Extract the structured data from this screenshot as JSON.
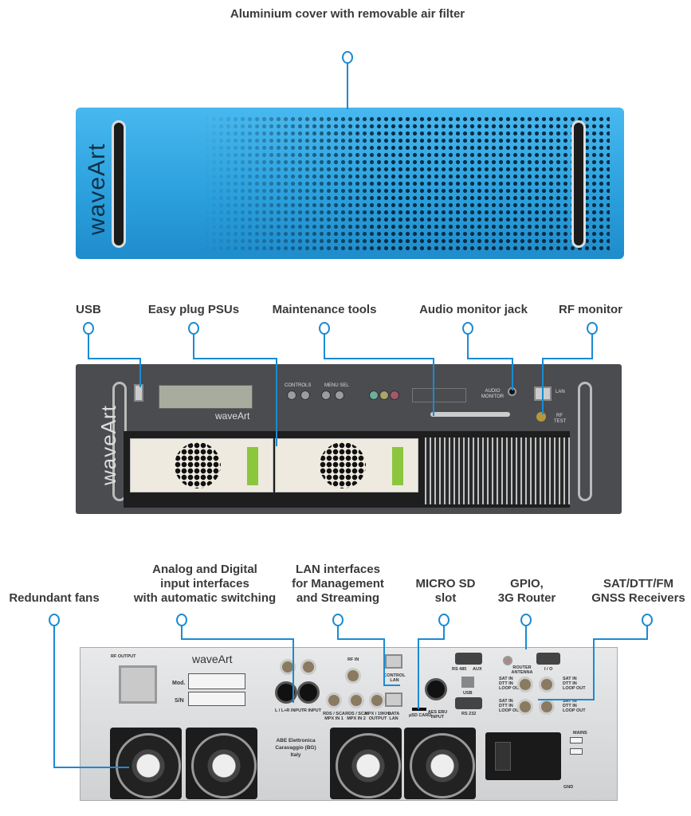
{
  "callouts": {
    "top": {
      "cover": "Aluminium cover with removable air filter"
    },
    "front": {
      "usb": "USB",
      "psus": "Easy plug PSUs",
      "maintenance": "Maintenance tools",
      "audio": "Audio monitor jack",
      "rf": "RF monitor"
    },
    "rear": {
      "fans": "Redundant fans",
      "inputs_l1": "Analog and Digital",
      "inputs_l2": "input interfaces",
      "inputs_l3": "with automatic switching",
      "lan_l1": "LAN interfaces",
      "lan_l2": "for Management",
      "lan_l3": "and Streaming",
      "sd_l1": "MICRO SD",
      "sd_l2": "slot",
      "gpio_l1": "GPIO,",
      "gpio_l2": "3G Router",
      "sat_l1": "SAT/DTT/FM",
      "sat_l2": "GNSS Receivers"
    }
  },
  "brand": "waveArt",
  "front_panel": {
    "controls": "CONTROLS",
    "menu_sel": "MENU SEL",
    "audio_monitor": "AUDIO MONITOR",
    "lan": "LAN",
    "rf_test": "RF TEST"
  },
  "rear_panel": {
    "rf_output": "RF OUTPUT",
    "mod": "Mod.",
    "sn": "S/N",
    "rf_in": "RF IN",
    "l_input": "L / L+R INPUT",
    "r_input": "R INPUT",
    "mpx1": "RDS / SCA MPX IN 1",
    "mpx2": "RDS / SCA MPX IN 2",
    "mpx_out": "MPX / 19KHz OUTPUT",
    "control_lan": "CONTROL LAN",
    "data_lan": "DATA LAN",
    "sd_card": "µSD CARD",
    "aes": "AES EBU INPUT",
    "rs485": "RS 485",
    "aux": "AUX",
    "usb": "USB",
    "rs232": "RS 232",
    "router_antenna": "ROUTER ANTENNA",
    "io": "I / O",
    "sat_in": "SAT IN",
    "dtt_in": "DTT IN",
    "loop_out": "LOOP OUT",
    "mains": "MAINS",
    "gnd": "GND",
    "maker": "ABE Elettronica Caravaggio (BG) Italy"
  },
  "colors": {
    "accent": "#1a8bd3",
    "cover": "#2a9fdc",
    "front": "#4a4c50",
    "rear": "#d8d9db"
  }
}
